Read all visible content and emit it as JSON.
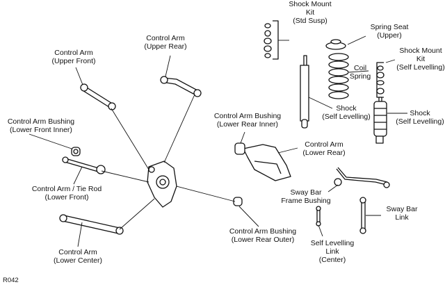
{
  "diagram": {
    "reference_code": "R042",
    "labels": {
      "shock_mount_kit_std": [
        "Shock Mount",
        "Kit",
        "(Std Susp)"
      ],
      "spring_seat": [
        "Spring Seat",
        "(Upper)"
      ],
      "shock_mount_kit_self": [
        "Shock Mount",
        "Kit",
        "(Self Levelling)"
      ],
      "control_arm_upper_rear": [
        "Control Arm",
        "(Upper Rear)"
      ],
      "control_arm_upper_front": [
        "Control Arm",
        "(Upper Front)"
      ],
      "coil_spring": [
        "Coil",
        "Spring"
      ],
      "shock_left": [
        "Shock",
        "(Self Levelling)"
      ],
      "shock_right": [
        "Shock",
        "(Self Levelling)"
      ],
      "bushing_lower_front_inner": [
        "Control Arm Bushing",
        "(Lower Front Inner)"
      ],
      "bushing_lower_rear_inner": [
        "Control Arm Bushing",
        "(Lower Rear Inner)"
      ],
      "control_arm_lower_rear": [
        "Control Arm",
        "(Lower Rear)"
      ],
      "tie_rod": [
        "Control Arm / Tie Rod",
        "(Lower Front)"
      ],
      "sway_bar_bushing": [
        "Sway Bar",
        "Frame Bushing"
      ],
      "sway_bar_link": [
        "Sway Bar",
        "Link"
      ],
      "bushing_lower_rear_outer": [
        "Control Arm Bushing",
        "(Lower Rear Outer)"
      ],
      "self_levelling_link": [
        "Self Levelling",
        "Link",
        "(Center)"
      ],
      "control_arm_lower_center": [
        "Control Arm",
        "(Lower Center)"
      ]
    }
  }
}
